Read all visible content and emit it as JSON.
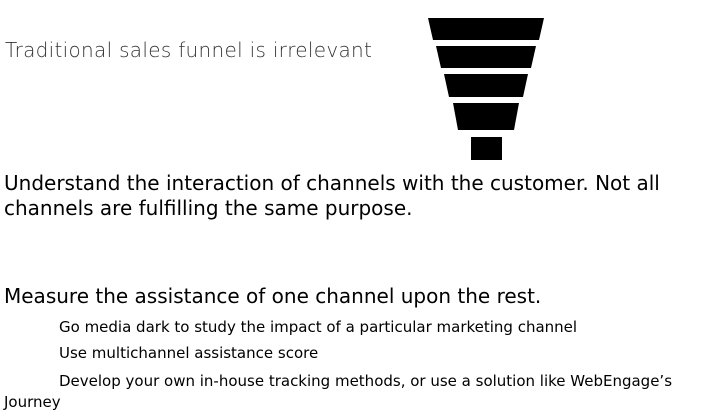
{
  "heading": "Traditional sales funnel is irrelevant",
  "funnel": {
    "icon": "funnel-icon",
    "color": "#000000"
  },
  "paragraphs": [
    "Understand the interaction of channels with the customer. Not all\nchannels are fulfilling the same purpose.",
    "Measure the assistance of one channel upon the rest."
  ],
  "bullets": [
    "Go media dark to study the impact of a particular marketing channel",
    "Use multichannel assistance score",
    "Develop your own in-house tracking methods, or use a solution like WebEngage’s Journey"
  ]
}
